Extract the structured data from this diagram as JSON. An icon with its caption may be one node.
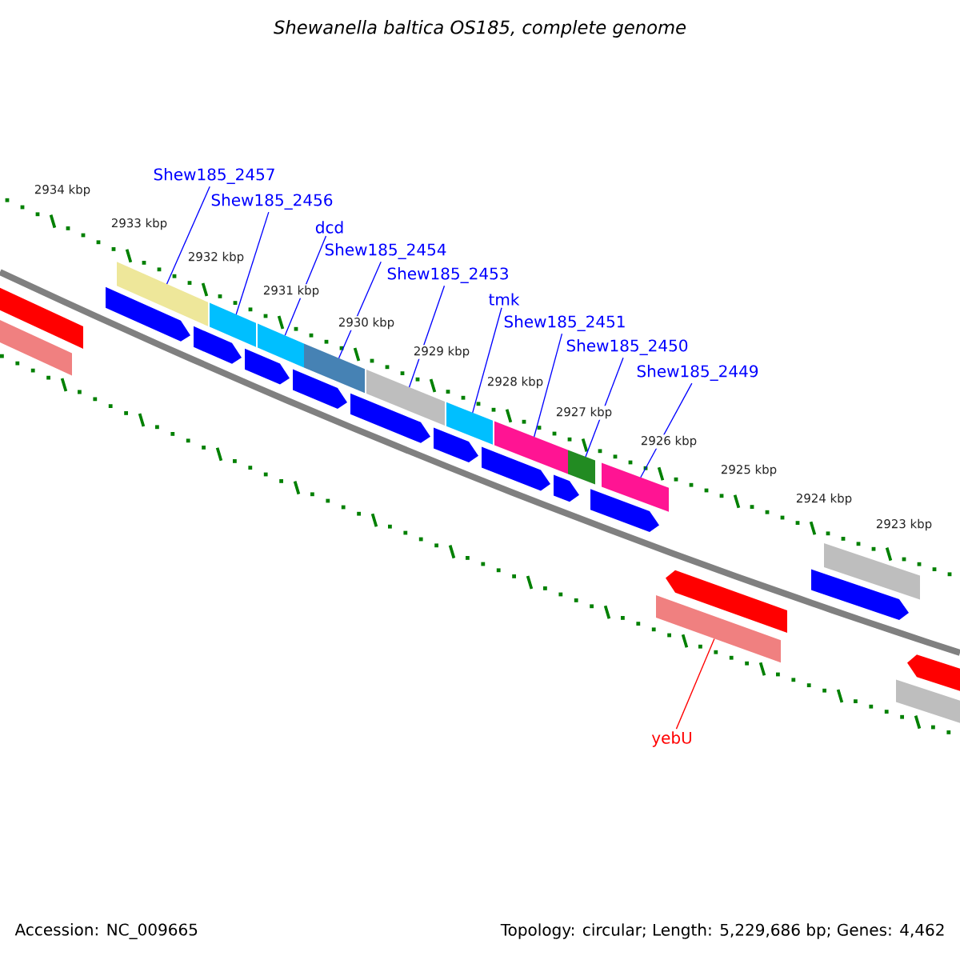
{
  "diagram": {
    "title": "*Shewanella baltica* OS185, complete genome",
    "nodes": [
      {
        "text": [
          "Shew185_2457"
        ]
      },
      {
        "text": [
          "Shew185_2456"
        ]
      },
      {
        "text": [
          "dcd"
        ]
      },
      {
        "text": [
          "Shew185_2454"
        ]
      },
      {
        "text": [
          "Shew185_2453"
        ]
      },
      {
        "text": [
          "tmk"
        ]
      },
      {
        "text": [
          "Shew185_2451"
        ]
      },
      {
        "text": [
          "Shew185_2450"
        ]
      },
      {
        "text": [
          "Shew185_2449"
        ]
      },
      {
        "text": [
          "yebU"
        ]
      },
      {
        "text": [],
        "shape": "bar"
      },
      {
        "text": [],
        "shape": "bar"
      },
      {
        "text": [],
        "shape": "bar"
      },
      {
        "text": [],
        "shape": "bar"
      },
      {
        "text": [],
        "shape": "bar"
      },
      {
        "text": [],
        "shape": "bar"
      },
      {
        "text": [],
        "shape": "bar"
      },
      {
        "text": [],
        "shape": "bar"
      },
      {
        "text": [],
        "shape": "bar"
      },
      {
        "text": [],
        "shape": "bar"
      },
      {
        "text": [],
        "shape": "bar"
      },
      {
        "text": [],
        "shape": "bar"
      },
      {
        "text": [],
        "shape": "bar"
      },
      {
        "text": [],
        "shape": "bar"
      },
      {
        "text": [],
        "shape": "bar"
      },
      {
        "text": [],
        "shape": "bar"
      },
      {
        "text": [],
        "shape": "bar"
      },
      {
        "text": [],
        "shape": "bar"
      },
      {
        "text": [],
        "shape": "bar"
      },
      {
        "text": [],
        "shape": "bar"
      },
      {
        "text": [],
        "shape": "bar"
      },
      {
        "text": [],
        "shape": "bar"
      },
      {
        "text": [],
        "shape": "bar"
      },
      {
        "text": [],
        "shape": "bar"
      },
      {
        "text": [],
        "shape": "bar"
      },
      {
        "text": [],
        "shape": "bar"
      }
    ],
    "edges": [
      {
        "from": 0,
        "to": 13,
        "arrow": "none"
      },
      {
        "from": 1,
        "to": 15,
        "arrow": "none"
      },
      {
        "from": 2,
        "to": 17,
        "arrow": "none"
      },
      {
        "from": 3,
        "to": 19,
        "arrow": "none"
      },
      {
        "from": 4,
        "to": 21,
        "arrow": "none"
      },
      {
        "from": 5,
        "to": 23,
        "arrow": "none"
      },
      {
        "from": 6,
        "to": 25,
        "arrow": "none"
      },
      {
        "from": 7,
        "to": 27,
        "arrow": "none"
      },
      {
        "from": 8,
        "to": 29,
        "arrow": "none"
      },
      {
        "from": 9,
        "to": 30,
        "arrow": "none",
        "color": "#ff0000"
      }
    ],
    "labels": [
      "2934 kbp",
      "2933 kbp",
      "2932 kbp",
      "2931 kbp",
      "2930 kbp",
      "2929 kbp",
      "2928 kbp",
      "2927 kbp",
      "2926 kbp",
      "2925 kbp",
      "2924 kbp",
      "2923 kbp",
      "Accession: NC_009665",
      "Topology: circular; Length: 5,229,686 bp; Genes: 4,462"
    ]
  }
}
